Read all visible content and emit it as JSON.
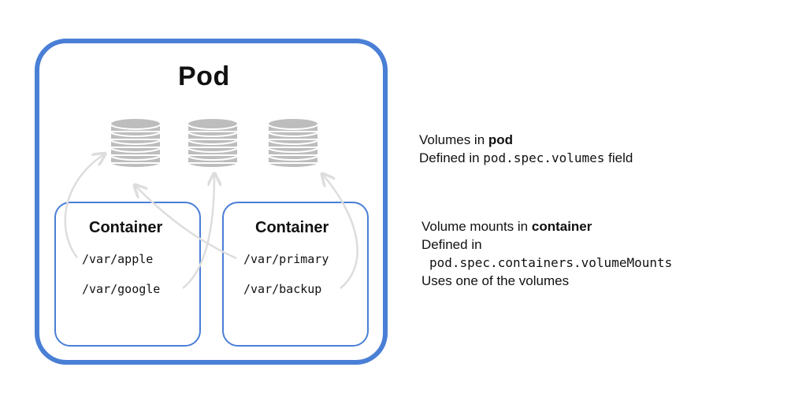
{
  "pod": {
    "title": "Pod"
  },
  "volumes": [
    {
      "icon": "database-icon"
    },
    {
      "icon": "database-icon"
    },
    {
      "icon": "database-icon"
    }
  ],
  "containers": [
    {
      "title": "Container",
      "mounts": [
        "/var/apple",
        "/var/google"
      ]
    },
    {
      "title": "Container",
      "mounts": [
        "/var/primary",
        "/var/backup"
      ]
    }
  ],
  "notes": {
    "volumes": {
      "line1_prefix": "Volumes in ",
      "line1_bold": "pod",
      "line2_prefix": "Defined in ",
      "line2_code": "pod.spec.volumes",
      "line2_suffix": " field"
    },
    "mounts": {
      "line1_prefix": "Volume mounts in ",
      "line1_bold": "container",
      "line2": "Defined in",
      "line3_code": "pod.spec.containers.volumeMounts",
      "line4": "Uses one of the volumes"
    }
  },
  "colors": {
    "pod_border": "#4a7fd6",
    "container_border": "#4a7fd6",
    "arrow": "#dddddd",
    "volume_fill": "#bdbdbd"
  }
}
